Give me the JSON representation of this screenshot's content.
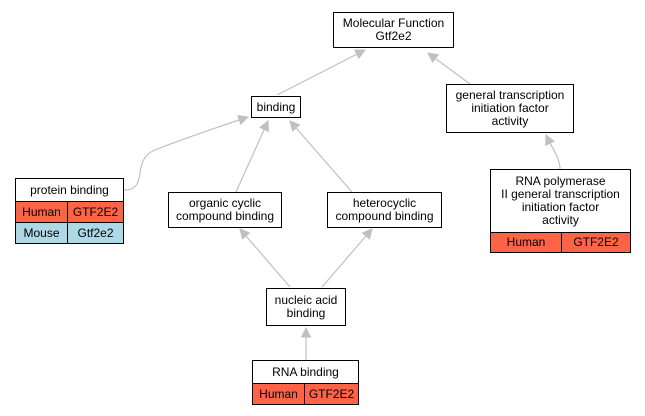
{
  "colors": {
    "human": "#ff6347",
    "mouse": "#add8e6",
    "edge": "#c0c0c0"
  },
  "nodes": {
    "root": {
      "lines": [
        "Molecular Function",
        "Gtf2e2"
      ]
    },
    "binding": {
      "lines": [
        "binding"
      ]
    },
    "gtifa": {
      "lines": [
        "general transcription",
        "initiation factor",
        "activity"
      ]
    },
    "protein_binding": {
      "lines": [
        "protein binding"
      ],
      "rows": [
        [
          "Human",
          "GTF2E2"
        ],
        [
          "Mouse",
          "Gtf2e2"
        ]
      ]
    },
    "organic": {
      "lines": [
        "organic cyclic",
        "compound binding"
      ]
    },
    "hetero": {
      "lines": [
        "heterocyclic",
        "compound binding"
      ]
    },
    "rnapol": {
      "lines": [
        "RNA polymerase",
        "II general transcription",
        "initiation factor",
        "activity"
      ],
      "rows": [
        [
          "Human",
          "GTF2E2"
        ]
      ]
    },
    "nucleic": {
      "lines": [
        "nucleic acid",
        "binding"
      ]
    },
    "rna": {
      "lines": [
        "RNA binding"
      ],
      "rows": [
        [
          "Human",
          "GTF2E2"
        ]
      ]
    }
  }
}
